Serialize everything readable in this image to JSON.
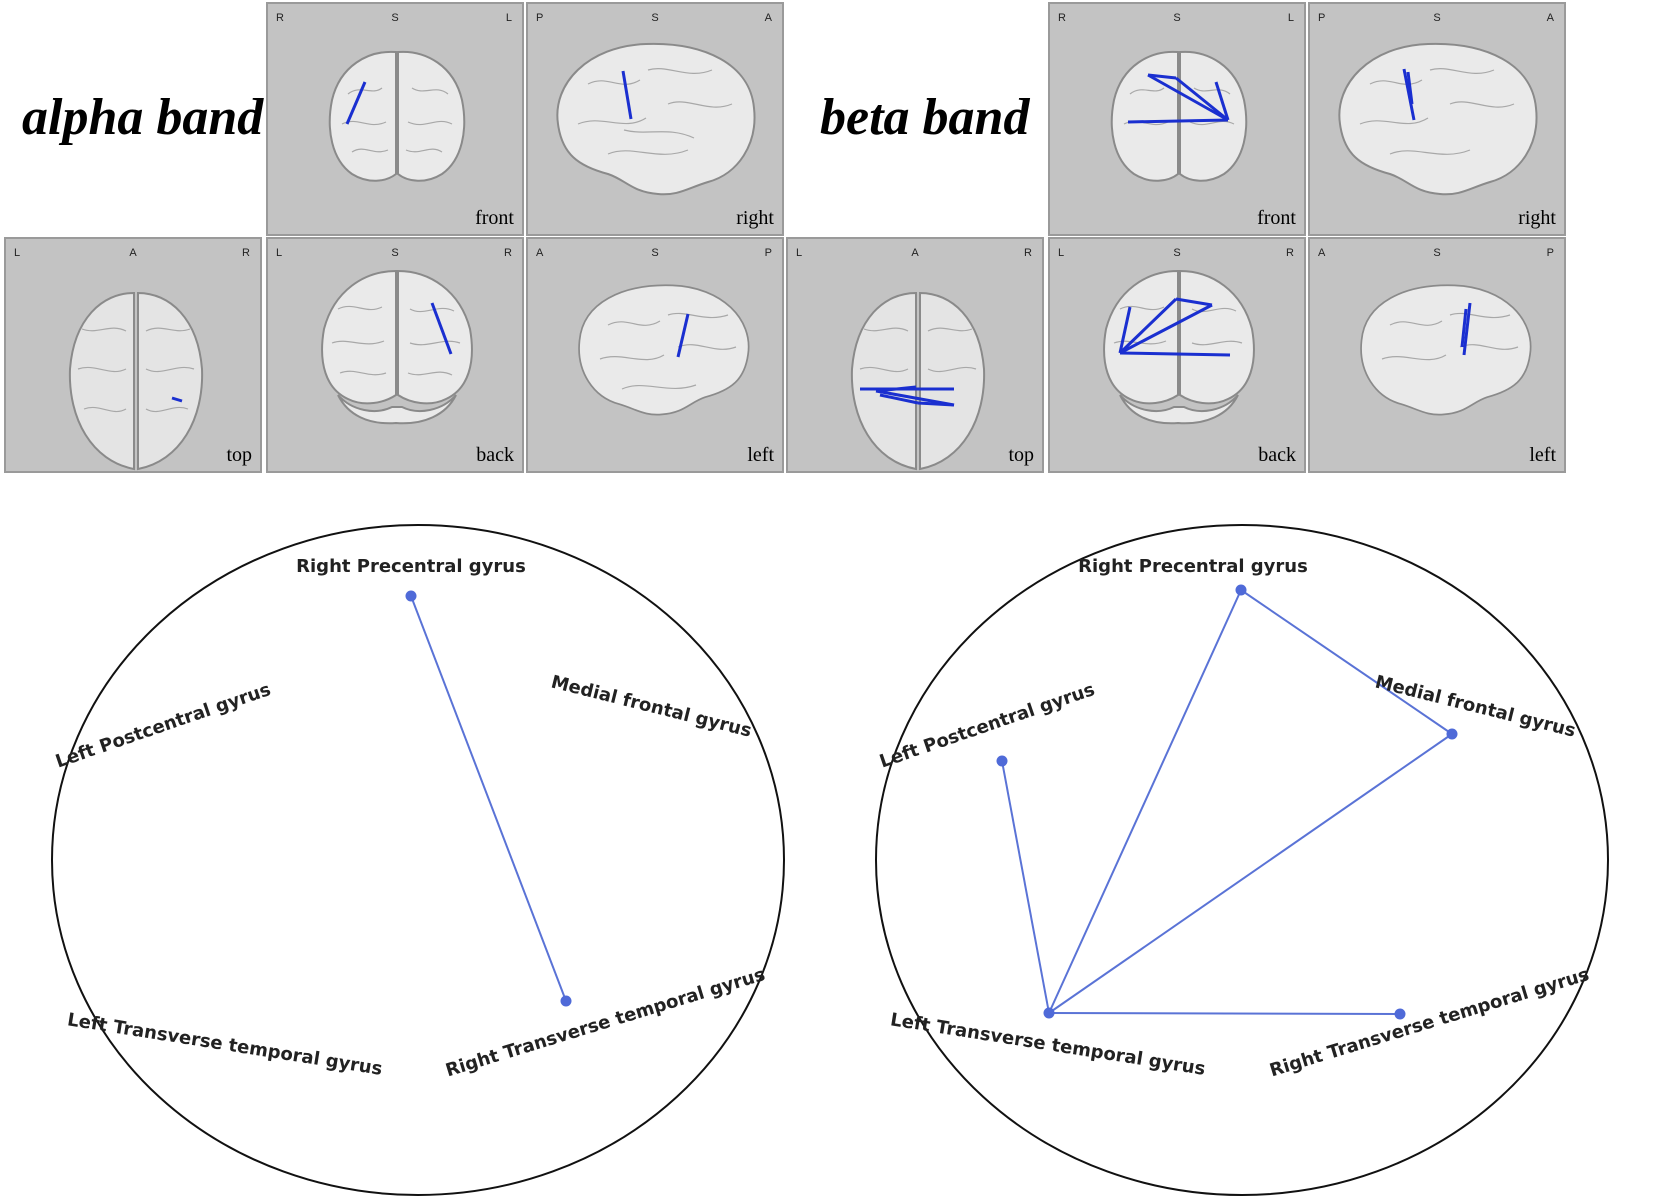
{
  "alpha": {
    "title": "alpha band",
    "panels": [
      {
        "view": "front",
        "orient": [
          "R",
          "S",
          "L"
        ],
        "shape": "coronal"
      },
      {
        "view": "right",
        "orient": [
          "P",
          "S",
          "A"
        ],
        "shape": "sagittal-r"
      },
      {
        "view": "top",
        "orient": [
          "L",
          "A",
          "R"
        ],
        "shape": "axial"
      },
      {
        "view": "back",
        "orient": [
          "L",
          "S",
          "R"
        ],
        "shape": "coronal"
      },
      {
        "view": "left",
        "orient": [
          "A",
          "S",
          "P"
        ],
        "shape": "sagittal-l"
      }
    ],
    "network": {
      "nodes": [
        {
          "name": "Right Precentral gyrus",
          "visible": true
        },
        {
          "name": "Medial frontal gyrus",
          "visible": false
        },
        {
          "name": "Right Transverse temporal gyrus",
          "visible": true
        },
        {
          "name": "Left Transverse temporal gyrus",
          "visible": false
        },
        {
          "name": "Left Postcentral gyrus",
          "visible": false
        }
      ],
      "edges": [
        [
          0,
          2
        ]
      ]
    }
  },
  "beta": {
    "title": "beta band",
    "panels": [
      {
        "view": "front",
        "orient": [
          "R",
          "S",
          "L"
        ],
        "shape": "coronal"
      },
      {
        "view": "right",
        "orient": [
          "P",
          "S",
          "A"
        ],
        "shape": "sagittal-r"
      },
      {
        "view": "top",
        "orient": [
          "L",
          "A",
          "R"
        ],
        "shape": "axial"
      },
      {
        "view": "back",
        "orient": [
          "L",
          "S",
          "R"
        ],
        "shape": "coronal"
      },
      {
        "view": "left",
        "orient": [
          "A",
          "S",
          "P"
        ],
        "shape": "sagittal-l"
      }
    ],
    "network": {
      "nodes": [
        {
          "name": "Right Precentral gyrus",
          "visible": true
        },
        {
          "name": "Medial frontal gyrus",
          "visible": true
        },
        {
          "name": "Right Transverse temporal gyrus",
          "visible": true
        },
        {
          "name": "Left Transverse temporal gyrus",
          "visible": true
        },
        {
          "name": "Left Postcentral gyrus",
          "visible": true
        }
      ],
      "edges": [
        [
          0,
          1
        ],
        [
          0,
          3
        ],
        [
          1,
          3
        ],
        [
          3,
          2
        ],
        [
          3,
          4
        ]
      ]
    }
  },
  "colors": {
    "panel_bg": "#c3c3c3",
    "brain_fill": "#eaeaea",
    "brain_stroke": "#8a8a8a",
    "edge_3d": "#1a2fd0",
    "edge_2d": "#5a73d6",
    "node": "#4f6ad8",
    "circle": "#111111"
  }
}
